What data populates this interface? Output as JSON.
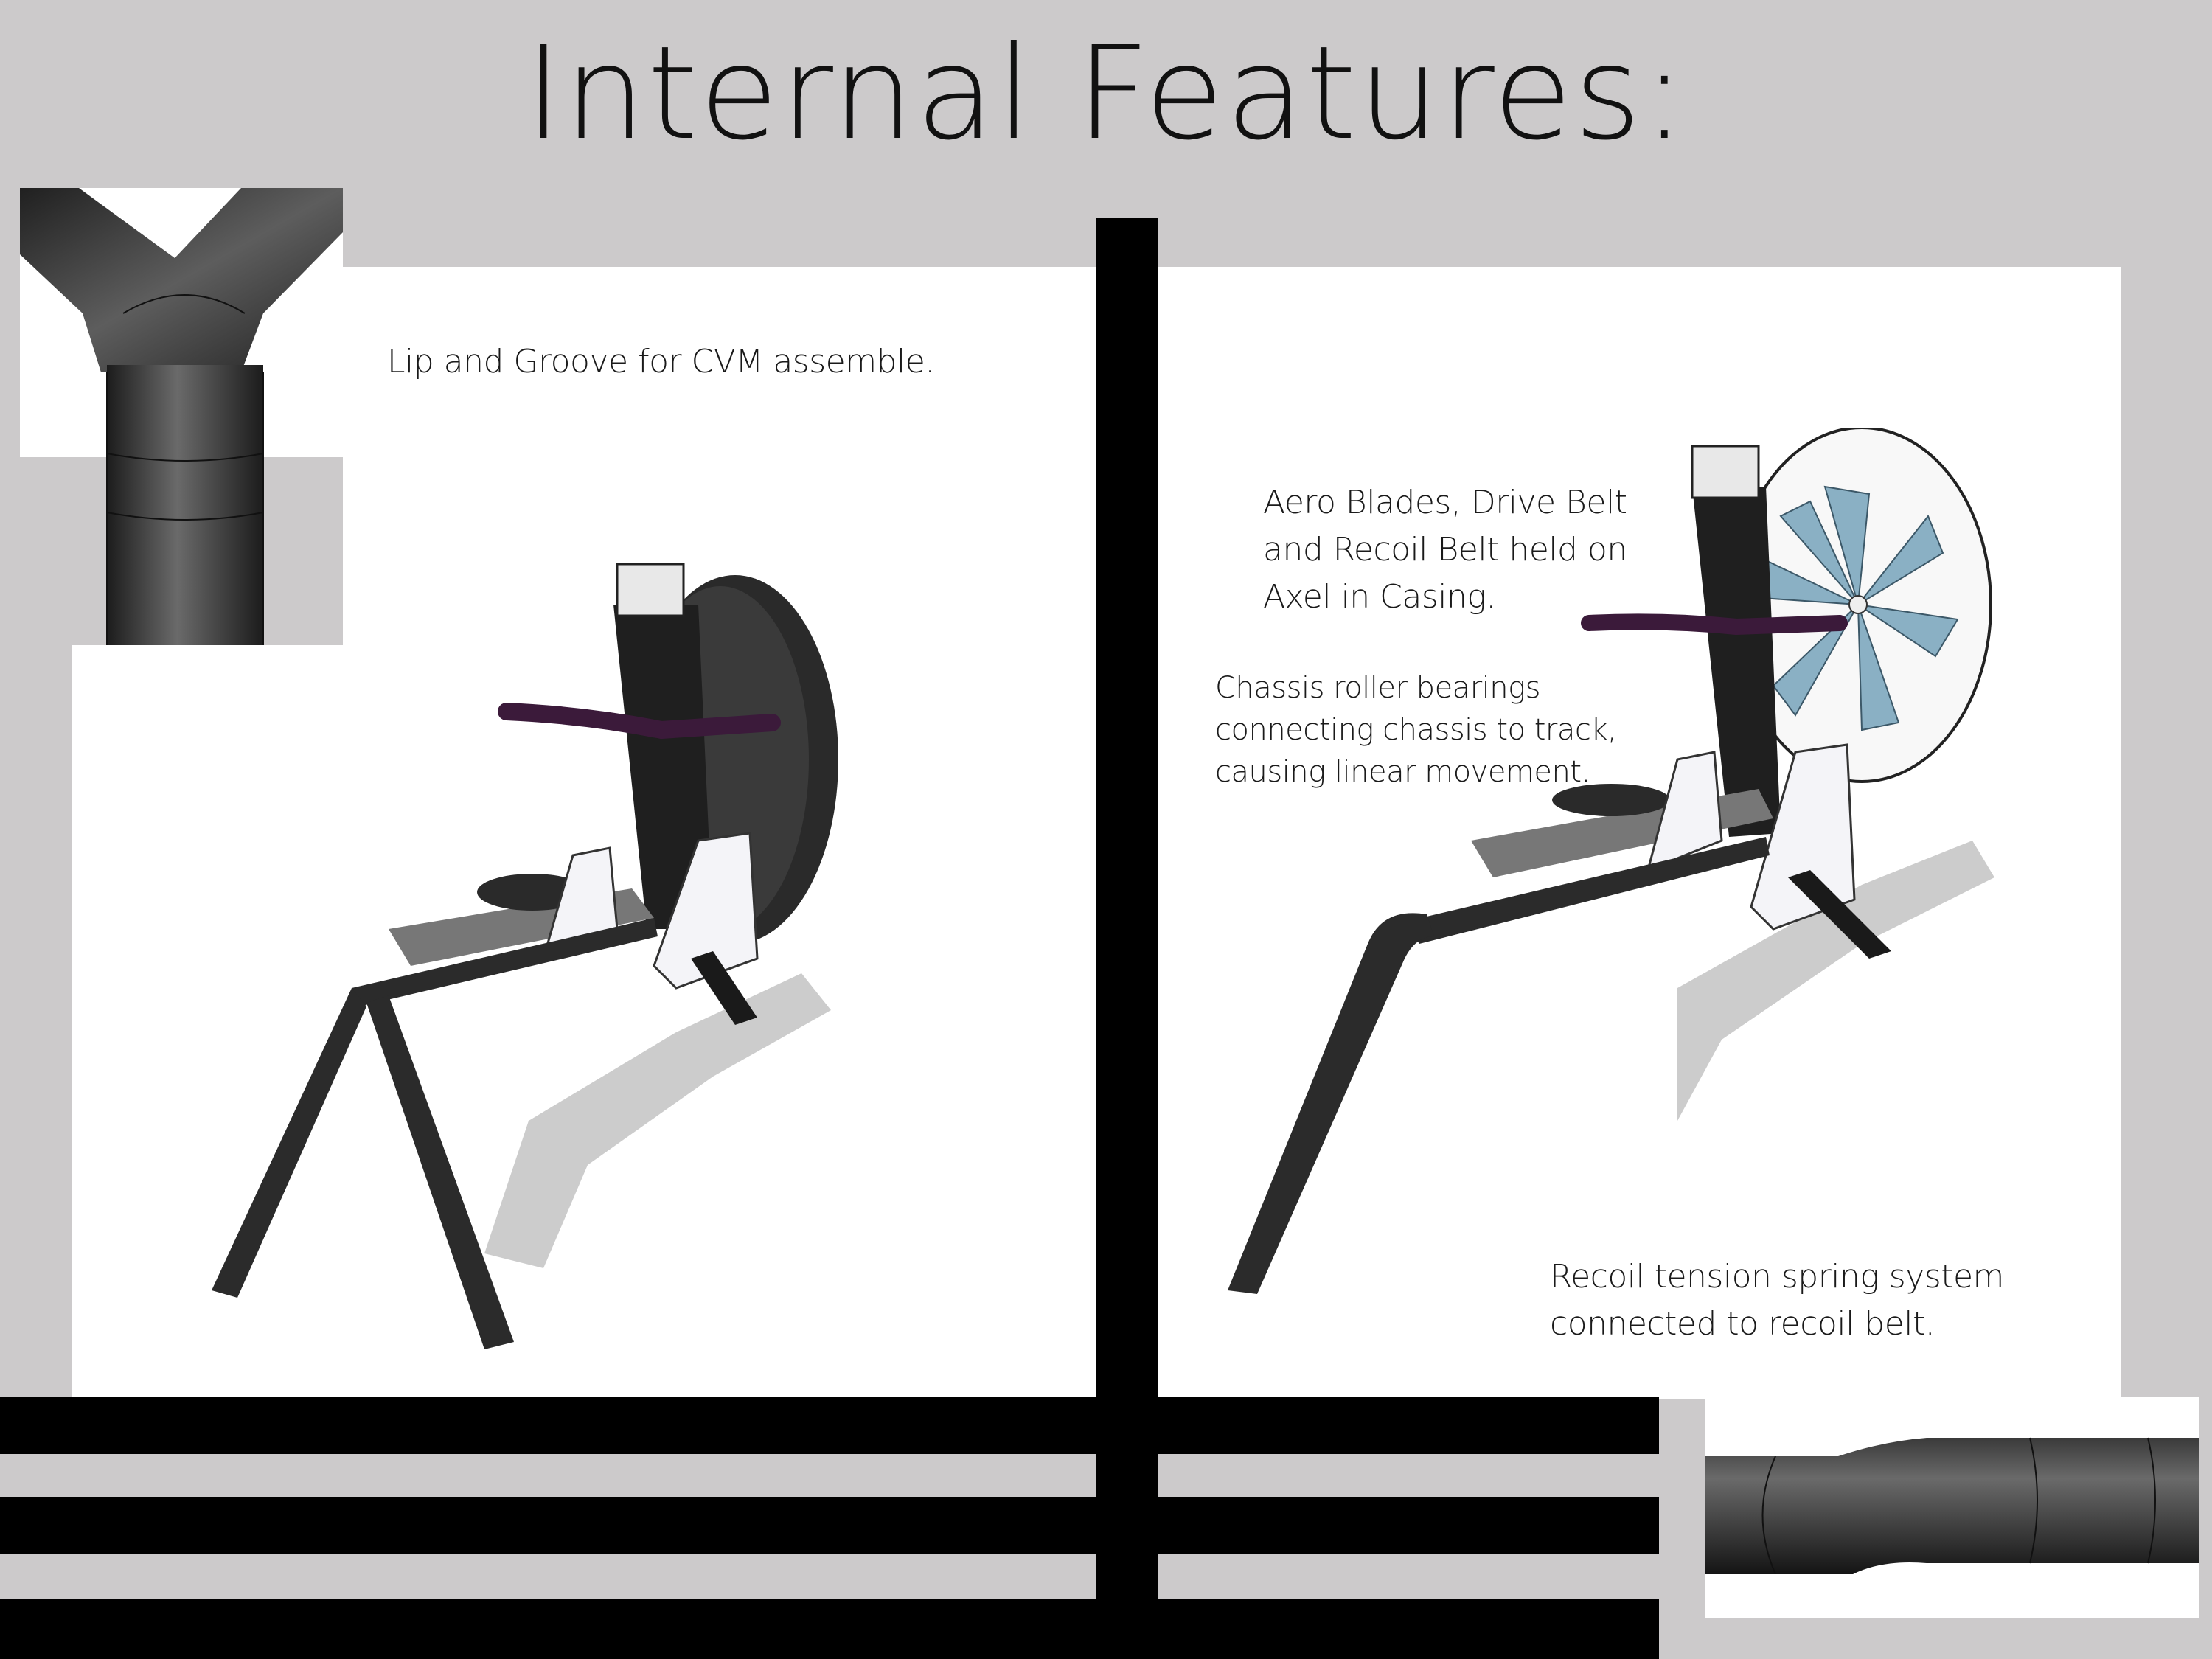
{
  "title": "Internal Features:",
  "left_panel": {
    "caption": "Lip and Groove for CVM assemble."
  },
  "right_panel": {
    "caption_aero": "Aero Blades, Drive Belt\nand Recoil Belt held on\nAxel in Casing.",
    "caption_chassis": "Chassis roller bearings\nconnecting chassis to track,\ncausing linear movement.",
    "caption_recoil": "Recoil tension spring system\nconnected to recoil belt."
  },
  "colors": {
    "background": "#cccacb",
    "panel": "#ffffff",
    "bars": "#000000",
    "frame": "#2b2b2b",
    "handle": "#3b1a3a",
    "blades": "#8ab0c4"
  },
  "icons": [
    "y-joint-render",
    "tube-elbow-render",
    "rowing-machine-render",
    "rowing-machine-cutaway-render"
  ]
}
